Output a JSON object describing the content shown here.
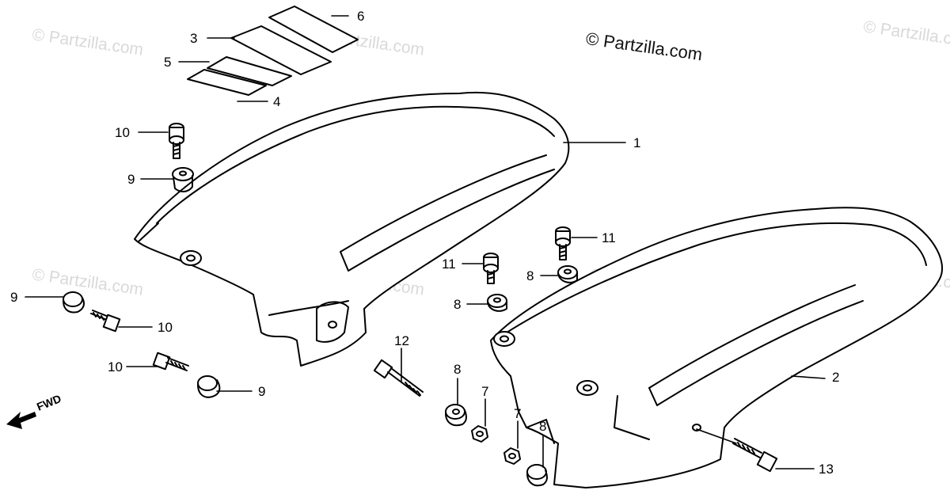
{
  "copyright": "© Partzilla.com",
  "watermark": "© Partzilla.com",
  "direction_label": "FWD",
  "callouts": {
    "c1": "1",
    "c2": "2",
    "c3": "3",
    "c4": "4",
    "c5": "5",
    "c6": "6",
    "c7a": "7",
    "c7b": "7",
    "c8a": "8",
    "c8b": "8",
    "c8c": "8",
    "c8d": "8",
    "c9a": "9",
    "c9b": "9",
    "c9c": "9",
    "c10a": "10",
    "c10b": "10",
    "c10c": "10",
    "c11a": "11",
    "c11b": "11",
    "c12": "12",
    "c13": "13"
  },
  "colors": {
    "line": "#000000",
    "watermark": "#d9d9d9"
  }
}
